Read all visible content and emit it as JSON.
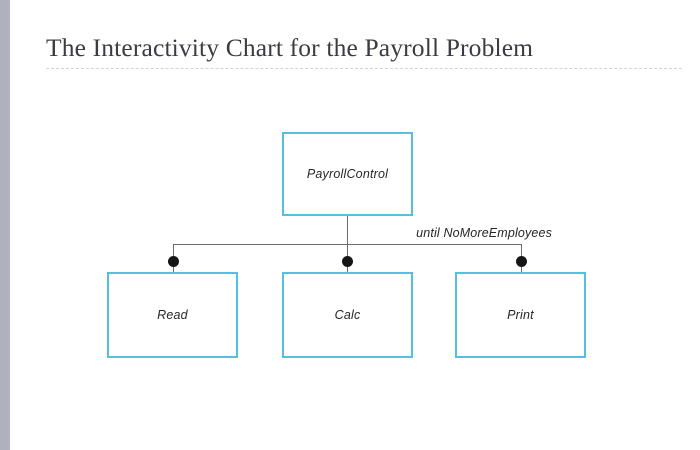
{
  "slide": {
    "background_color": "#ffffff",
    "accent_bar_color": "#afb1bf",
    "title": "The Interactivity Chart for the Payroll Problem",
    "rule_color": "#d2d2d8"
  },
  "diagram": {
    "type": "structure-chart",
    "node_border_color": "#54bfe0",
    "connector_color": "#6b6b6b",
    "iteration_marker_color": "#151515",
    "root": {
      "id": "payroll-control",
      "label": "PayrollControl"
    },
    "loop_annotation": "until NoMoreEmployees",
    "children": [
      {
        "id": "read",
        "label": "Read",
        "iterated": true
      },
      {
        "id": "calc",
        "label": "Calc",
        "iterated": true
      },
      {
        "id": "print",
        "label": "Print",
        "iterated": true
      }
    ]
  }
}
